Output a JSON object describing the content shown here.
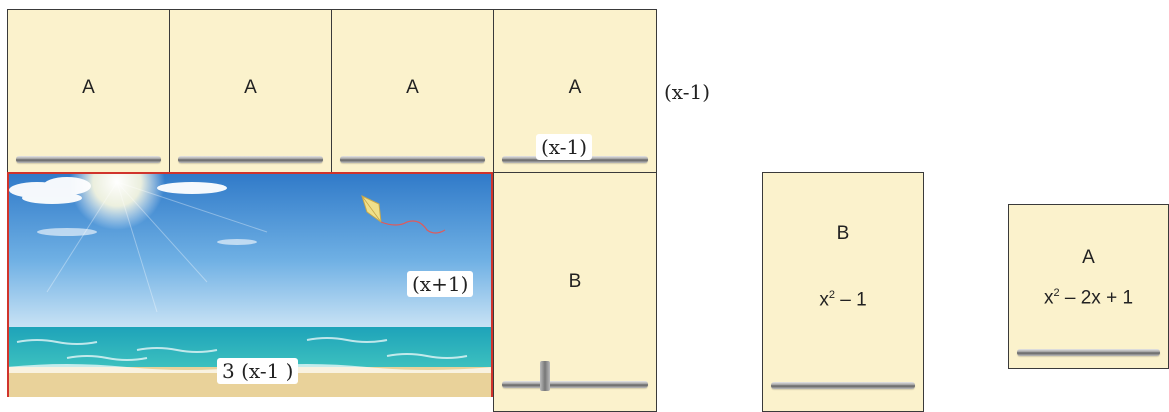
{
  "top_row": {
    "panels": [
      {
        "label": "A"
      },
      {
        "label": "A"
      },
      {
        "label": "A"
      },
      {
        "label": "A"
      }
    ],
    "bottom_label": "(x-1)",
    "side_label": "(x-1)"
  },
  "picture": {
    "height_label": "(x+1)",
    "width_label": "3 (x-1 )",
    "border_color": "#d0342c"
  },
  "right_panel": {
    "label": "B"
  },
  "card_b": {
    "label": "B",
    "formula_base": "x",
    "formula_exp": "2",
    "formula_rest": " – 1"
  },
  "card_a": {
    "label": "A",
    "formula_base": "x",
    "formula_exp": "2",
    "formula_rest": " – 2x + 1"
  },
  "colors": {
    "panel_fill": "#fbf2cc",
    "panel_border": "#3a3a3a"
  }
}
